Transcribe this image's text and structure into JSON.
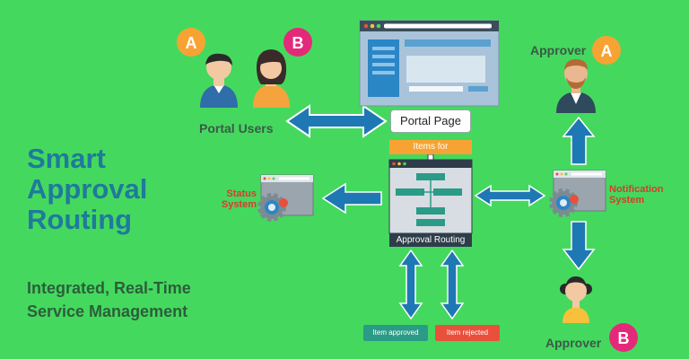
{
  "title": {
    "line1": "Smart",
    "line2": "Approval",
    "line3": "Routing"
  },
  "subtitle": {
    "line1": "Integrated, Real-Time",
    "line2": "Service Management"
  },
  "portal_users": {
    "label": "Portal Users",
    "badge_a": "A",
    "badge_b": "B"
  },
  "portal_page": {
    "label": "Portal Page"
  },
  "items_for": {
    "label": "Items for"
  },
  "approval_routing": {
    "label": "Approval Routing"
  },
  "status_system": {
    "line1": "Status",
    "line2": "System"
  },
  "notification_system": {
    "line1": "Notification",
    "line2": "System"
  },
  "approver_a": {
    "label": "Approver",
    "badge": "A"
  },
  "approver_b": {
    "label": "Approver",
    "badge": "B"
  },
  "outcomes": {
    "approved": "Item approved",
    "rejected": "Item rejected"
  },
  "colors": {
    "background": "#44d95e",
    "title": "#1f7a9c",
    "arrow": "#1e78b4",
    "badge_a": "#f7a333",
    "badge_b": "#e5297a",
    "approved": "#2a9b86",
    "rejected": "#e8503b",
    "status_label": "#d93a2f"
  }
}
